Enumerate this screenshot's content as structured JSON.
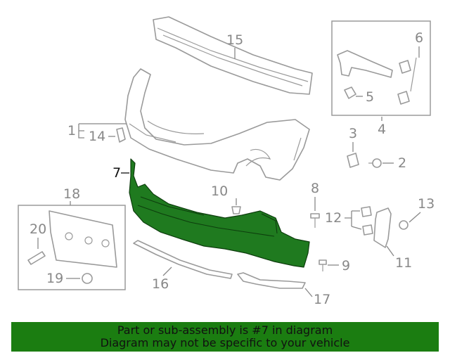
{
  "callouts": {
    "c1": "1",
    "c2": "2",
    "c3": "3",
    "c4": "4",
    "c5": "5",
    "c6": "6",
    "c7": "7",
    "c8": "8",
    "c9": "9",
    "c10": "10",
    "c11": "11",
    "c12": "12",
    "c13": "13",
    "c14": "14",
    "c15": "15",
    "c16": "16",
    "c17": "17",
    "c18": "18",
    "c19": "19",
    "c20": "20"
  },
  "highlighted_part": "7",
  "colors": {
    "highlight": "#1f7a1f",
    "banner": "#1b7d11",
    "line_art": "#9a9a9a"
  },
  "banner": {
    "line1": "Part or sub-assembly is #7 in diagram",
    "line2": "Diagram may not be specific to your vehicle"
  }
}
